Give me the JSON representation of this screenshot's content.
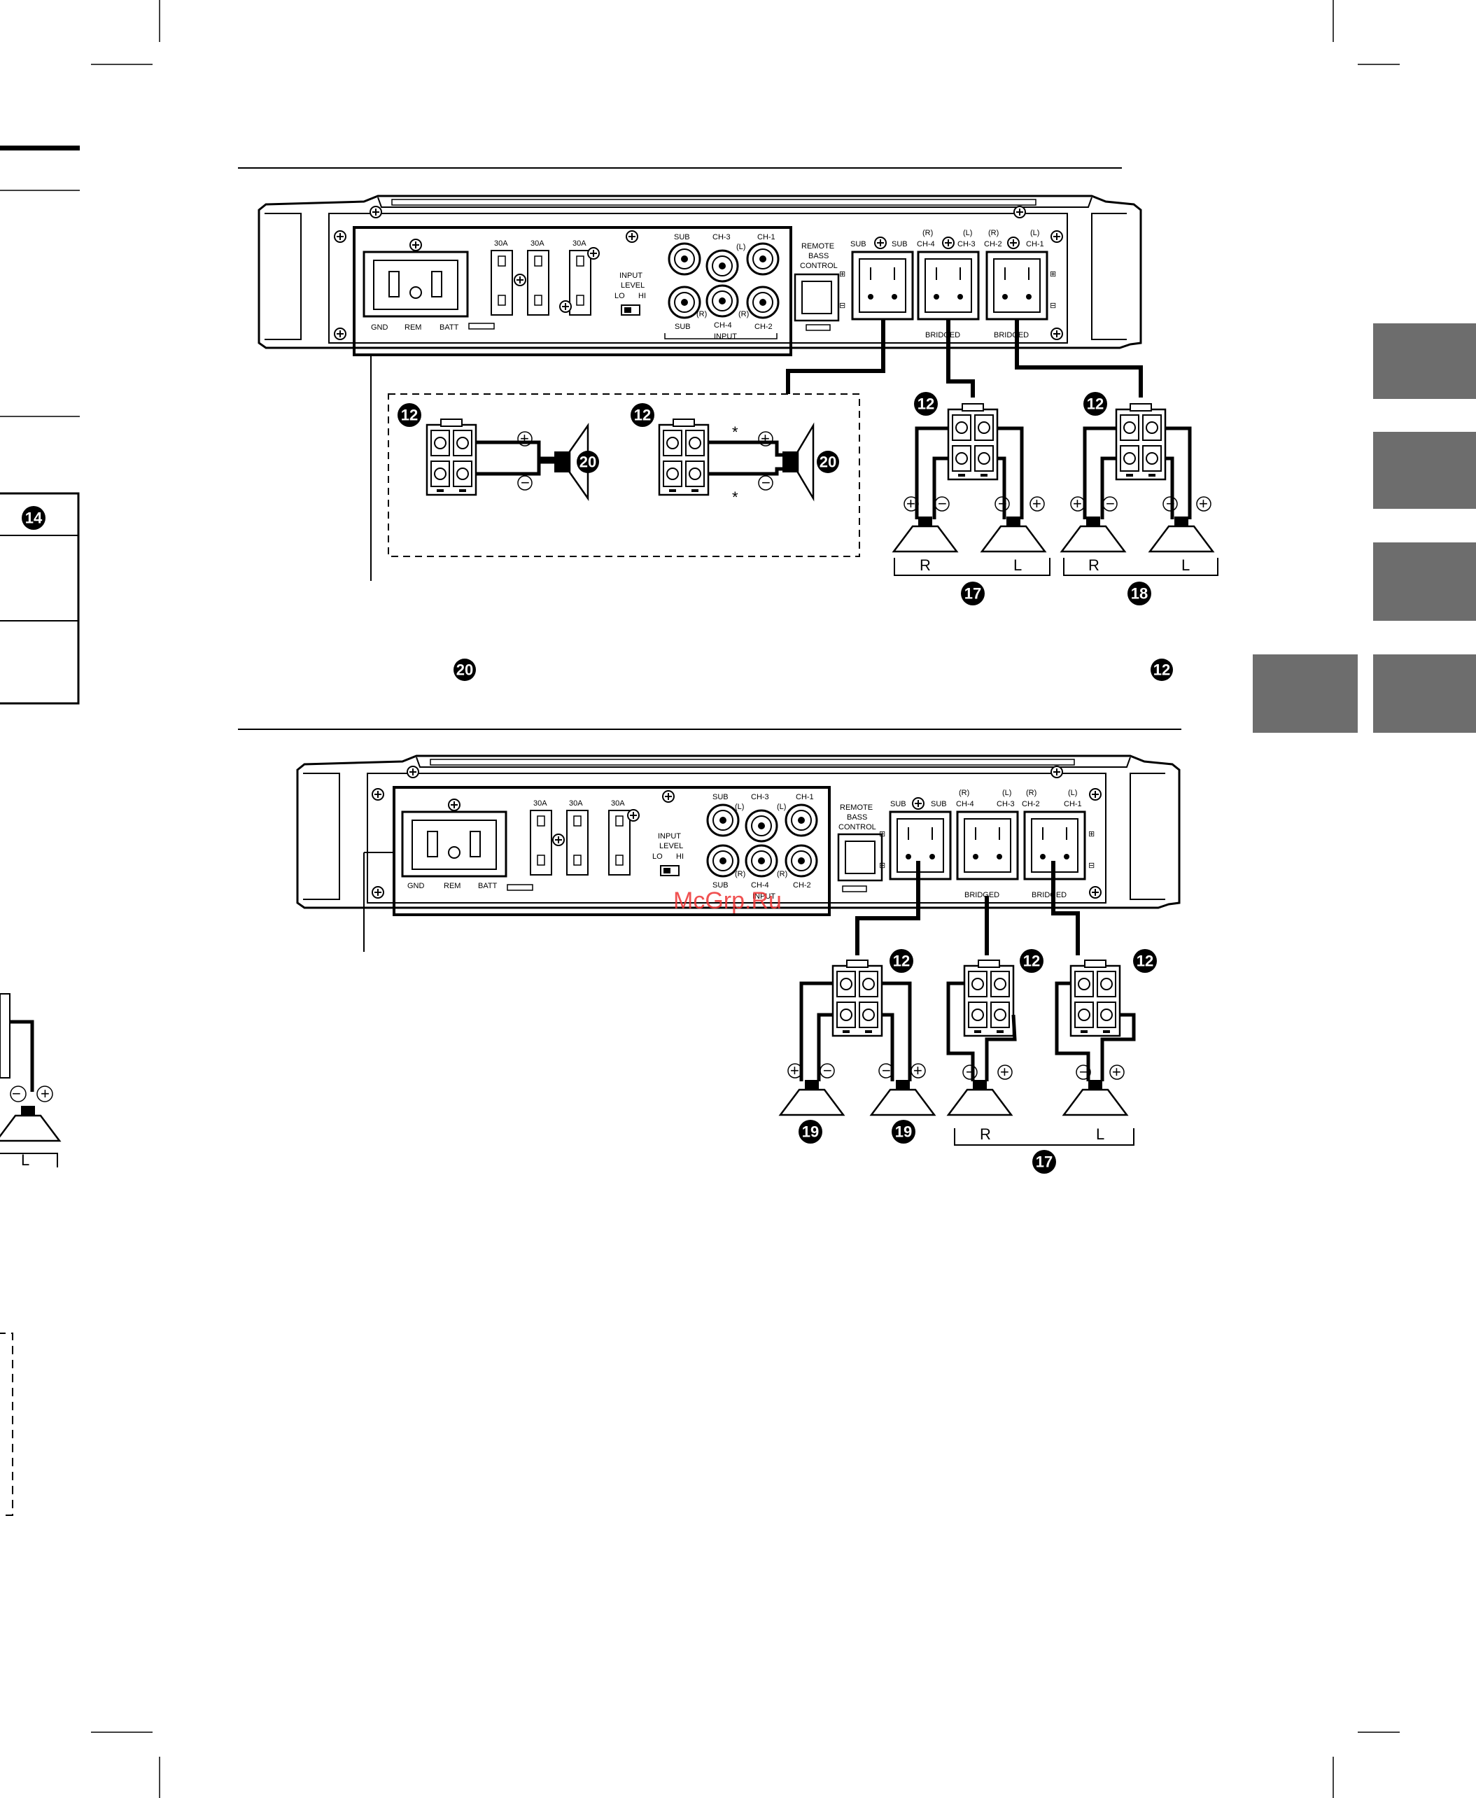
{
  "side_tab": {
    "number_badge": "14"
  },
  "watermark": "McGrp.Ru",
  "amp_panel": {
    "fuse_labels": [
      "30A",
      "30A",
      "30A"
    ],
    "power_labels": [
      "GND",
      "REM",
      "BATT"
    ],
    "input_level": {
      "title_line1": "INPUT",
      "title_line2": "LEVEL",
      "lo": "LO",
      "hi": "HI"
    },
    "rca_labels": {
      "sub_top": "SUB",
      "ch3": "CH-3",
      "ch1": "CH-1",
      "l": "(L)",
      "r": "(R)",
      "sub_bottom": "SUB",
      "ch4": "CH-4",
      "ch2": "CH-2",
      "input": "INPUT"
    },
    "remote": {
      "line1": "REMOTE",
      "line2": "BASS",
      "line3": "CONTROL"
    },
    "speaker_terminals": {
      "sub_left": "SUB",
      "sub_right": "SUB",
      "ch4_r": "(R)",
      "ch4": "CH-4",
      "ch3_l": "(L)",
      "ch3": "CH-3",
      "ch2_r": "(R)",
      "ch2": "CH-2",
      "ch1_l": "(L)",
      "ch1": "CH-1",
      "bridged": "BRIDGED",
      "plus": "⊞",
      "minus": "⊟"
    }
  },
  "diagram1": {
    "callouts": {
      "terminal": "12",
      "tweeter": "20",
      "pair_front": "17",
      "pair_rear": "18",
      "bottom_left": "20",
      "bottom_right": "12"
    },
    "asterisk": "*",
    "plus": "+",
    "minus": "−",
    "right_label": "R",
    "left_label": "L"
  },
  "diagram2": {
    "callouts": {
      "terminal": "12",
      "sub_speaker": "19",
      "pair": "17"
    },
    "plus": "+",
    "minus": "−",
    "right_label": "R",
    "left_label": "L"
  },
  "left_fragment": {
    "left_label": "L",
    "plus": "+",
    "minus": "−"
  }
}
